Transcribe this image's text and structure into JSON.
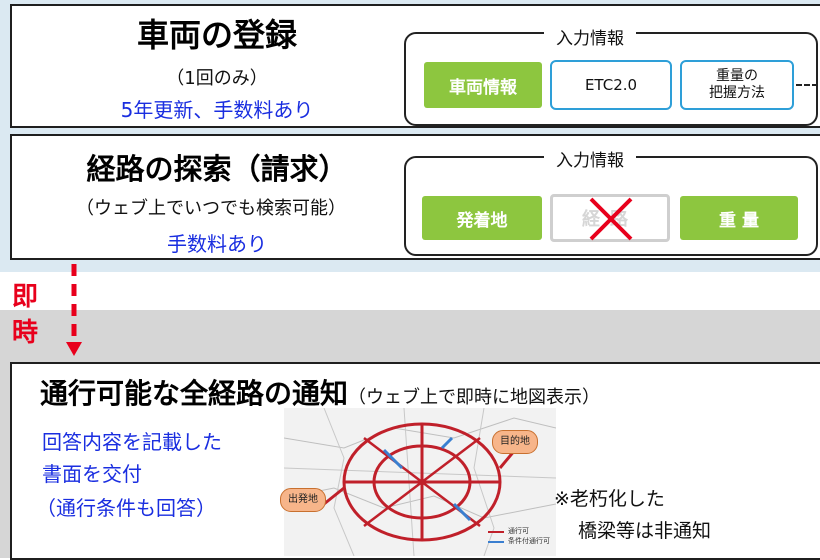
{
  "registration": {
    "title": "車両の登録",
    "frequency": "（1回のみ）",
    "renewal": "5年更新、手数料あり",
    "input_label": "入力情報",
    "vehicle_info": "車両情報",
    "etc": "ETC2.0",
    "weight_method_line1": "重量の",
    "weight_method_line2": "把握方法"
  },
  "route_search": {
    "title": "経路の探索（請求）",
    "note": "（ウェブ上でいつでも検索可能）",
    "fee": "手数料あり",
    "input_label": "入力情報",
    "origin_dest": "発着地",
    "route": "経路",
    "weight": "重 量"
  },
  "instant": {
    "char1": "即",
    "char2": "時"
  },
  "notification": {
    "title": "通行可能な全経路の通知",
    "title_note": "（ウェブ上で即時に地図表示）",
    "answer_line1": "回答内容を記載した",
    "answer_line2": "書面を交付",
    "answer_line3": "（通行条件も回答）",
    "map_origin": "出発地",
    "map_destination": "目的地",
    "map_legend_passable": "通行可",
    "map_legend_conditional": "条件付通行可",
    "aging_note_line1": "※老朽化した",
    "aging_note_line2": "橋梁等は非通知"
  },
  "colors": {
    "green": "#8dc63f",
    "blue_text": "#1a2ee0",
    "red": "#e8001c",
    "frame_blue": "#2e9fd8"
  }
}
